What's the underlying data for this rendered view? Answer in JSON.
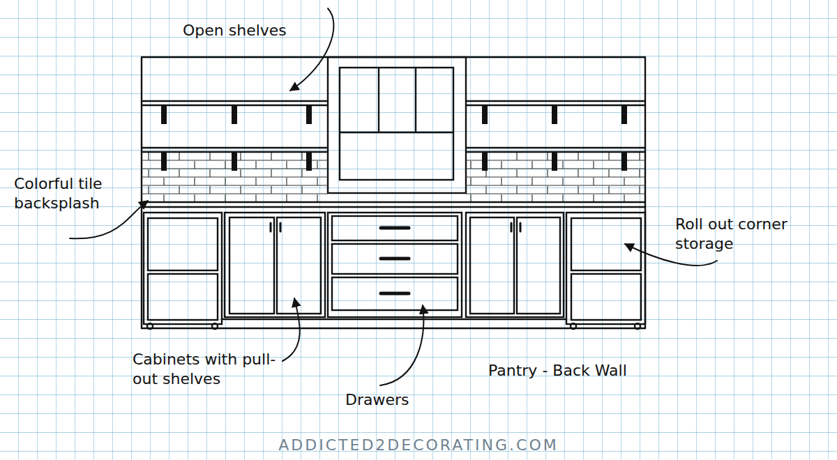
{
  "diagram": {
    "title": "Pantry - Back Wall",
    "labels": [
      "Open shelves",
      "Colorful tile backsplash",
      "Roll out corner storage",
      "Cabinets with pull-out shelves",
      "Drawers",
      "ADDICTED2DECORATING.COM"
    ]
  }
}
